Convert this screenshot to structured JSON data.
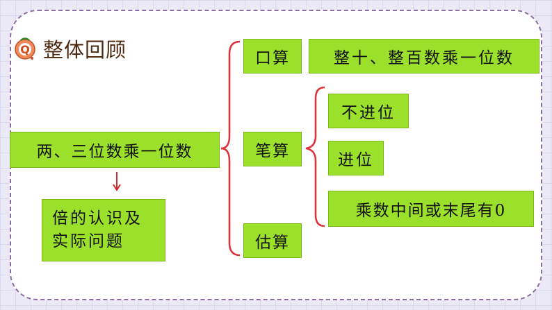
{
  "header": {
    "title": "整体回顾"
  },
  "diagram": {
    "main_topic": "两、三位数乘一位数",
    "related_topic_line1": "倍的认识及",
    "related_topic_line2": "实际问题",
    "methods": {
      "oral": "口算",
      "written": "笔算",
      "estimate": "估算"
    },
    "oral_detail": "整十、整百数乘一位数",
    "written_details": {
      "no_carry": "不进位",
      "carry": "进位",
      "zeros": "乘数中间或末尾有0"
    }
  },
  "colors": {
    "box_fill": "#9be02a",
    "bracket": "#e0303a",
    "arrow": "#d42a2a",
    "title_text": "#4e2a10",
    "card_border": "#8a6da3",
    "background": "#ece9f7"
  },
  "icons": {
    "title_icon": "q-balloon-icon"
  }
}
